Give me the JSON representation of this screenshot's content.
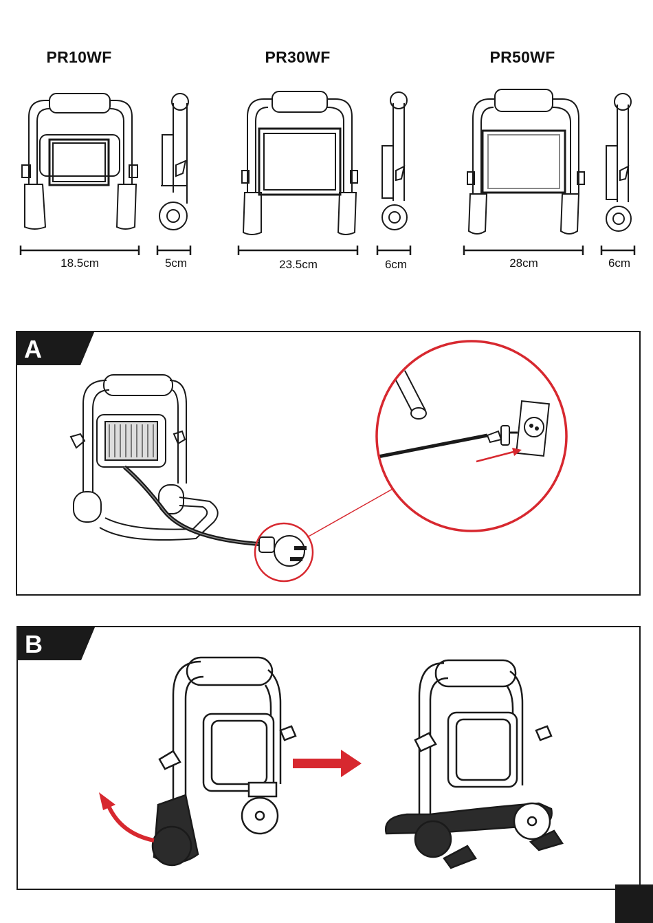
{
  "models": [
    {
      "name": "PR10WF",
      "width": "18.5cm",
      "depth": "5cm"
    },
    {
      "name": "PR30WF",
      "width": "23.5cm",
      "depth": "6cm"
    },
    {
      "name": "PR50WF",
      "width": "28cm",
      "depth": "6cm"
    }
  ],
  "sections": {
    "a": {
      "label": "A"
    },
    "b": {
      "label": "B"
    }
  },
  "colors": {
    "accent_red": "#d7282f",
    "ink": "#1a1a1a",
    "shade": "#3a3a3a"
  }
}
